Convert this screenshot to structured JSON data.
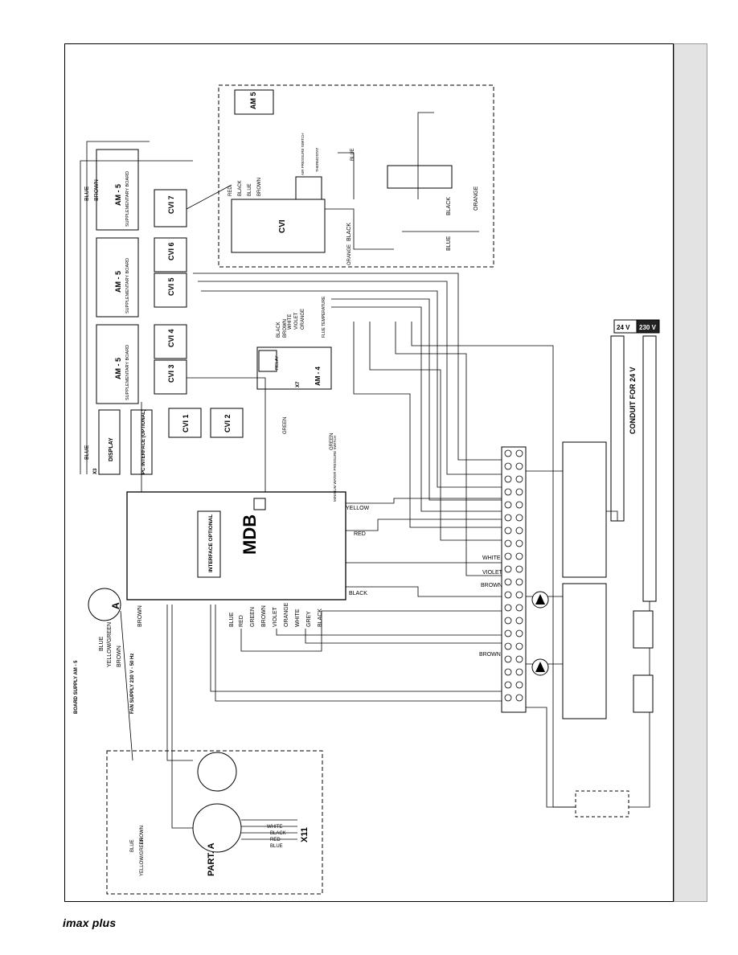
{
  "footer": {
    "brand": "imax plus"
  },
  "labels": {
    "mdb": "MDB",
    "interface_optional": "INTERFACE OPTIONAL",
    "display": "DISPLAY",
    "pc_interface": "PC INTERFACE (OPTIONAL)",
    "cvi1": "CVI 1",
    "cvi2": "CVI 2",
    "cvi3": "CVI 3",
    "cvi4": "CVI 4",
    "cvi5": "CVI 5",
    "cvi6": "CVI 6",
    "cvi7": "CVI 7",
    "cvi": "CVI",
    "am5": "AM - 5",
    "am5_box": "AM 5",
    "am4": "AM - 4",
    "supplementary_board": "SUPPLEMENTARY BOARD",
    "x7": "X7",
    "x3": "X3",
    "x11": "X11",
    "relay": "RELAY",
    "part_a": "PART. A",
    "point_a": "A",
    "conduit": "CONDUIT FOR 24 V",
    "v24": "24 V",
    "v230": "230 V",
    "board_supply": "BOARD SUPPLY AM - 5",
    "fan_supply": "FAN SUPPLY 230 V - 50 Hz",
    "air_pressure_switch": "AIR PRESSURE SWITCH",
    "thermostat": "THERMOSTAT",
    "minimum_pressure": "MINIMUM WATER PRESSURE SWITCH",
    "flue_temperature": "FLUE TEMPERATURE"
  },
  "wire_colors": {
    "blue": "BLUE",
    "brown": "BROWN",
    "black": "BLACK",
    "red": "RED",
    "orange": "ORANGE",
    "white": "WHITE",
    "violet": "VIOLET",
    "grey": "GREY",
    "green": "GREEN",
    "yellow": "YELLOW",
    "yellow_green": "YELLOW/GREEN"
  }
}
